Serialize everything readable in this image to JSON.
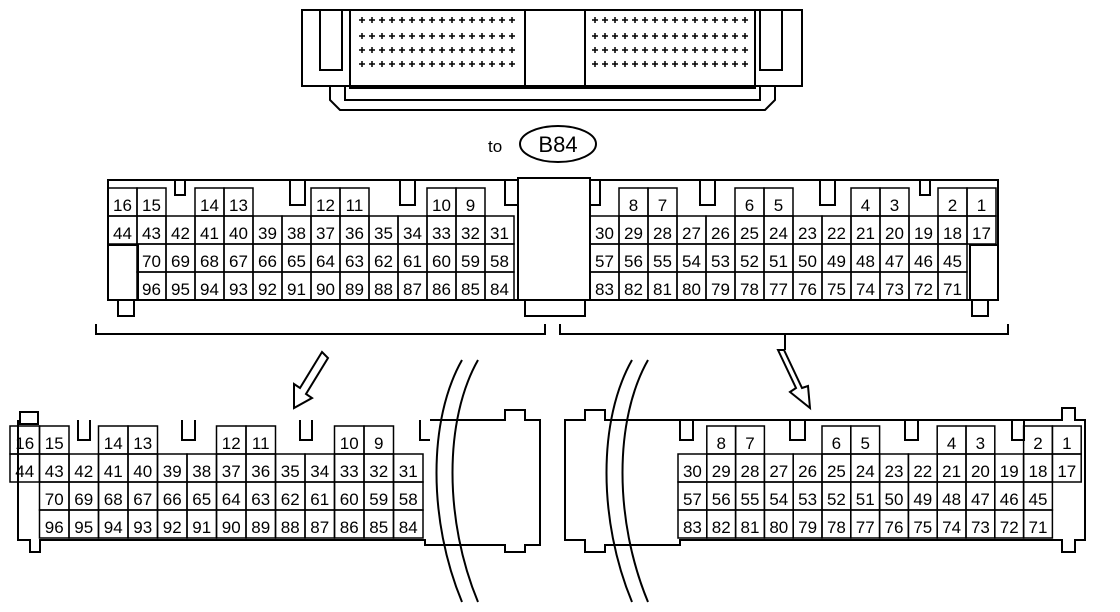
{
  "connector_label": {
    "prefix": "to",
    "ref": "B84"
  },
  "main_connector": {
    "row0_left": [
      "16",
      "15",
      "14",
      "13",
      "12",
      "11",
      "10",
      "9"
    ],
    "row0_right": [
      "8",
      "7",
      "6",
      "5",
      "4",
      "3",
      "2",
      "1"
    ],
    "row1_left": [
      "44",
      "43",
      "42",
      "41",
      "40",
      "39",
      "38",
      "37",
      "36",
      "35",
      "34",
      "33",
      "32",
      "31"
    ],
    "row1_right": [
      "30",
      "29",
      "28",
      "27",
      "26",
      "25",
      "24",
      "23",
      "22",
      "21",
      "20",
      "19",
      "18",
      "17"
    ],
    "row2_left": [
      "70",
      "69",
      "68",
      "67",
      "66",
      "65",
      "64",
      "63",
      "62",
      "61",
      "60",
      "59",
      "58"
    ],
    "row2_right": [
      "57",
      "56",
      "55",
      "54",
      "53",
      "52",
      "51",
      "50",
      "49",
      "48",
      "47",
      "46",
      "45"
    ],
    "row3_left": [
      "96",
      "95",
      "94",
      "93",
      "92",
      "91",
      "90",
      "89",
      "88",
      "87",
      "86",
      "85",
      "84"
    ],
    "row3_right": [
      "83",
      "82",
      "81",
      "80",
      "79",
      "78",
      "77",
      "76",
      "75",
      "74",
      "73",
      "72",
      "71"
    ]
  },
  "colors": {
    "line": "#000000",
    "background": "#ffffff"
  }
}
